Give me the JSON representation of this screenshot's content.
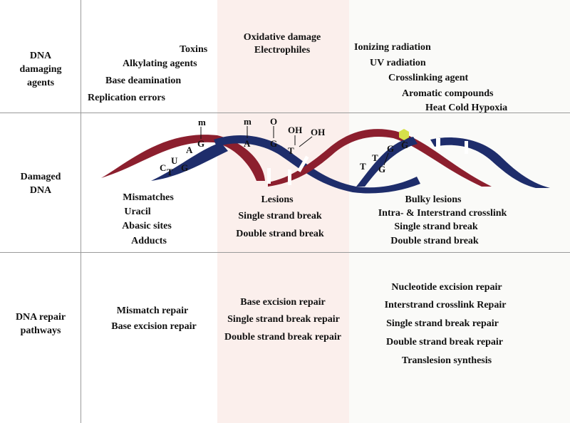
{
  "rows": {
    "agents_label": "DNA\ndamaging\nagents",
    "damaged_label": "Damaged\nDNA",
    "pathways_label": "DNA repair\npathways"
  },
  "agents": {
    "col1": [
      "Toxins",
      "Alkylating agents",
      "Base deamination",
      "Replication errors"
    ],
    "col2": [
      "Oxidative damage",
      "Electrophiles"
    ],
    "col3": [
      "Ionizing radiation",
      "UV radiation",
      "Crosslinking agent",
      "Aromatic compounds",
      "Heat Cold Hypoxia"
    ]
  },
  "damage": {
    "col1": [
      "Mismatches",
      "Uracil",
      "Abasic sites",
      "Adducts"
    ],
    "col2": [
      "Lesions",
      "Single strand break",
      "Double strand break"
    ],
    "col3": [
      "Bulky lesions",
      "Intra- & Interstrand crosslink",
      "Single strand break",
      "Double strand break"
    ]
  },
  "repair": {
    "col1": [
      "Mismatch repair",
      "Base excision repair"
    ],
    "col2": [
      "Base excision repair",
      "Single strand break repair",
      "Double strand break repair"
    ],
    "col3": [
      "Nucleotide excision repair",
      "Interstrand crosslink Repair",
      "Single strand break repair",
      "Double strand break repair",
      "Translesion synthesis"
    ]
  },
  "helix_labels": {
    "mismatch": [
      "m",
      "A",
      "G",
      "C",
      "U",
      "T",
      "G"
    ],
    "oxidative": [
      "m",
      "A",
      "O",
      "G",
      "T",
      "OH",
      "OH"
    ],
    "bulky": [
      "T",
      "T",
      "G",
      "G",
      "G"
    ]
  },
  "colors": {
    "red_strand": "#8c1f2e",
    "blue_strand": "#1e2d6b",
    "shade_col2": "#fbefec",
    "shade_col3": "#fafaf8",
    "adduct": "#d6e04a",
    "grid": "#9a9a9a"
  }
}
